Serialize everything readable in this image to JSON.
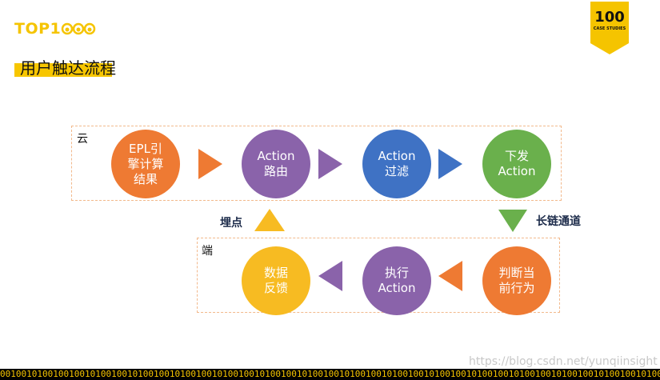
{
  "logo": {
    "text": "TOP1",
    "eyes": "☺☺☺"
  },
  "badge": {
    "number": "100",
    "subtitle": "CASE STUDIES"
  },
  "title": "用户触达流程",
  "cloud_label": "云",
  "edge_label": "端",
  "nodes": {
    "epl": [
      "EPL引",
      "擎计算",
      "结果"
    ],
    "route": [
      "Action",
      "路由"
    ],
    "filter": [
      "Action",
      "过滤"
    ],
    "dispatch": [
      "下发",
      "Action"
    ],
    "judge": [
      "判断当",
      "前行为"
    ],
    "execute": [
      "执行",
      "Action"
    ],
    "feedback": [
      "数据",
      "反馈"
    ]
  },
  "long_link_label": "长链通道",
  "track_label": "埋点",
  "footer_pattern": "0010010100100100101001001010010010100100101001001010010010100100101001001010010010100100101001001010010010100100101001001010010",
  "watermark": "https://blog.csdn.net/yunqiinsight",
  "colors": {
    "orange": "#ee7a33",
    "purple": "#8a63aa",
    "blue": "#3f72c4",
    "green": "#6ab04c",
    "yellow": "#f7bb22",
    "brand_yellow": "#f5c400"
  }
}
